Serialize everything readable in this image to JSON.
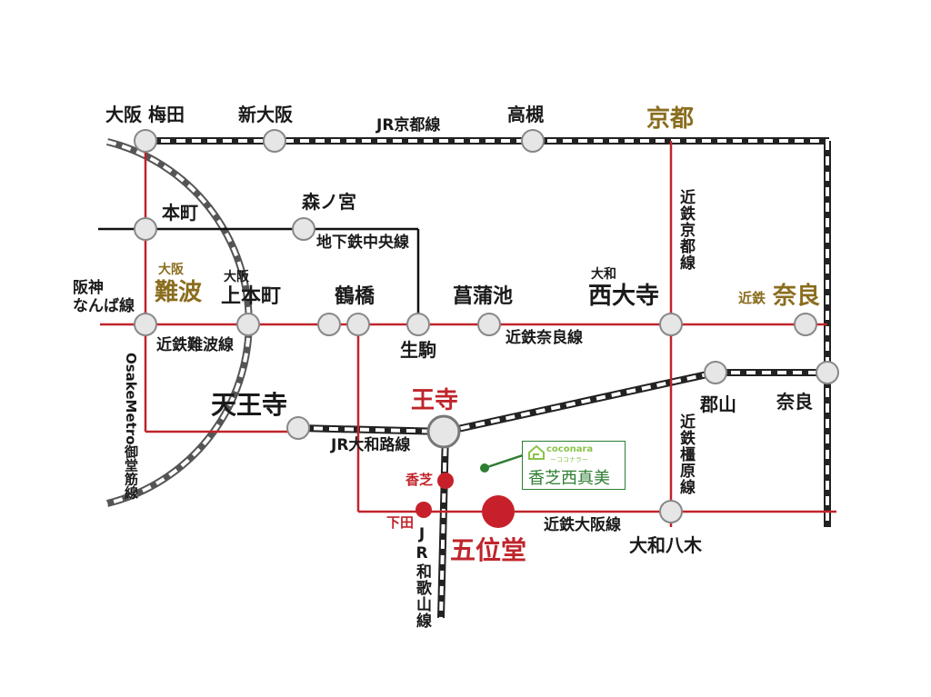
{
  "colors": {
    "red_line": "#c0242c",
    "jr_line": "#222222",
    "metro_line": "#111111",
    "station_fill": "#e6e6e6",
    "highlight_station": "#c8202a",
    "brand_green": "#2e7d32",
    "gold_text": "#8a6d1e"
  },
  "stations": {
    "osaka_umeda": "大阪 梅田",
    "shin_osaka": "新大阪",
    "takatsuki": "高槻",
    "kyoto": "京都",
    "honmachi": "本町",
    "morinomiya": "森ノ宮",
    "namba_prefix": "大阪",
    "namba": "難波",
    "uehonmachi_prefix": "大阪",
    "uehonmachi": "上本町",
    "tsuruhashi": "鶴橋",
    "ayameike": "菖蒲池",
    "saidaiji_prefix": "大和",
    "saidaiji": "西大寺",
    "kintetsu_nara_prefix": "近鉄",
    "kintetsu_nara": "奈良",
    "ikoma": "生駒",
    "tennoji": "天王寺",
    "oji": "王寺",
    "koriyama": "郡山",
    "nara": "奈良",
    "kashiba": "香芝",
    "shimoda": "下田",
    "goido": "五位堂",
    "yamato_yagi": "大和八木",
    "hanshin_namba_line": "阪神\nなんば線"
  },
  "lines": {
    "jr_kyoto": "JR京都線",
    "kintetsu_kyoto": "近鉄京都線",
    "chuo": "地下鉄中央線",
    "kintetsu_namba": "近鉄難波線",
    "kintetsu_nara": "近鉄奈良線",
    "osaka_metro_midosuji": "OsakeMetro御堂筋線",
    "jr_yamatoji": "JR大和路線",
    "kintetsu_kashihara": "近鉄橿原線",
    "kintetsu_osaka": "近鉄大阪線",
    "jr_wakayama": "JR和歌山線"
  },
  "brand": {
    "name_en": "coconara",
    "ruby": "ーココナラー",
    "property": "香芝西真美"
  }
}
